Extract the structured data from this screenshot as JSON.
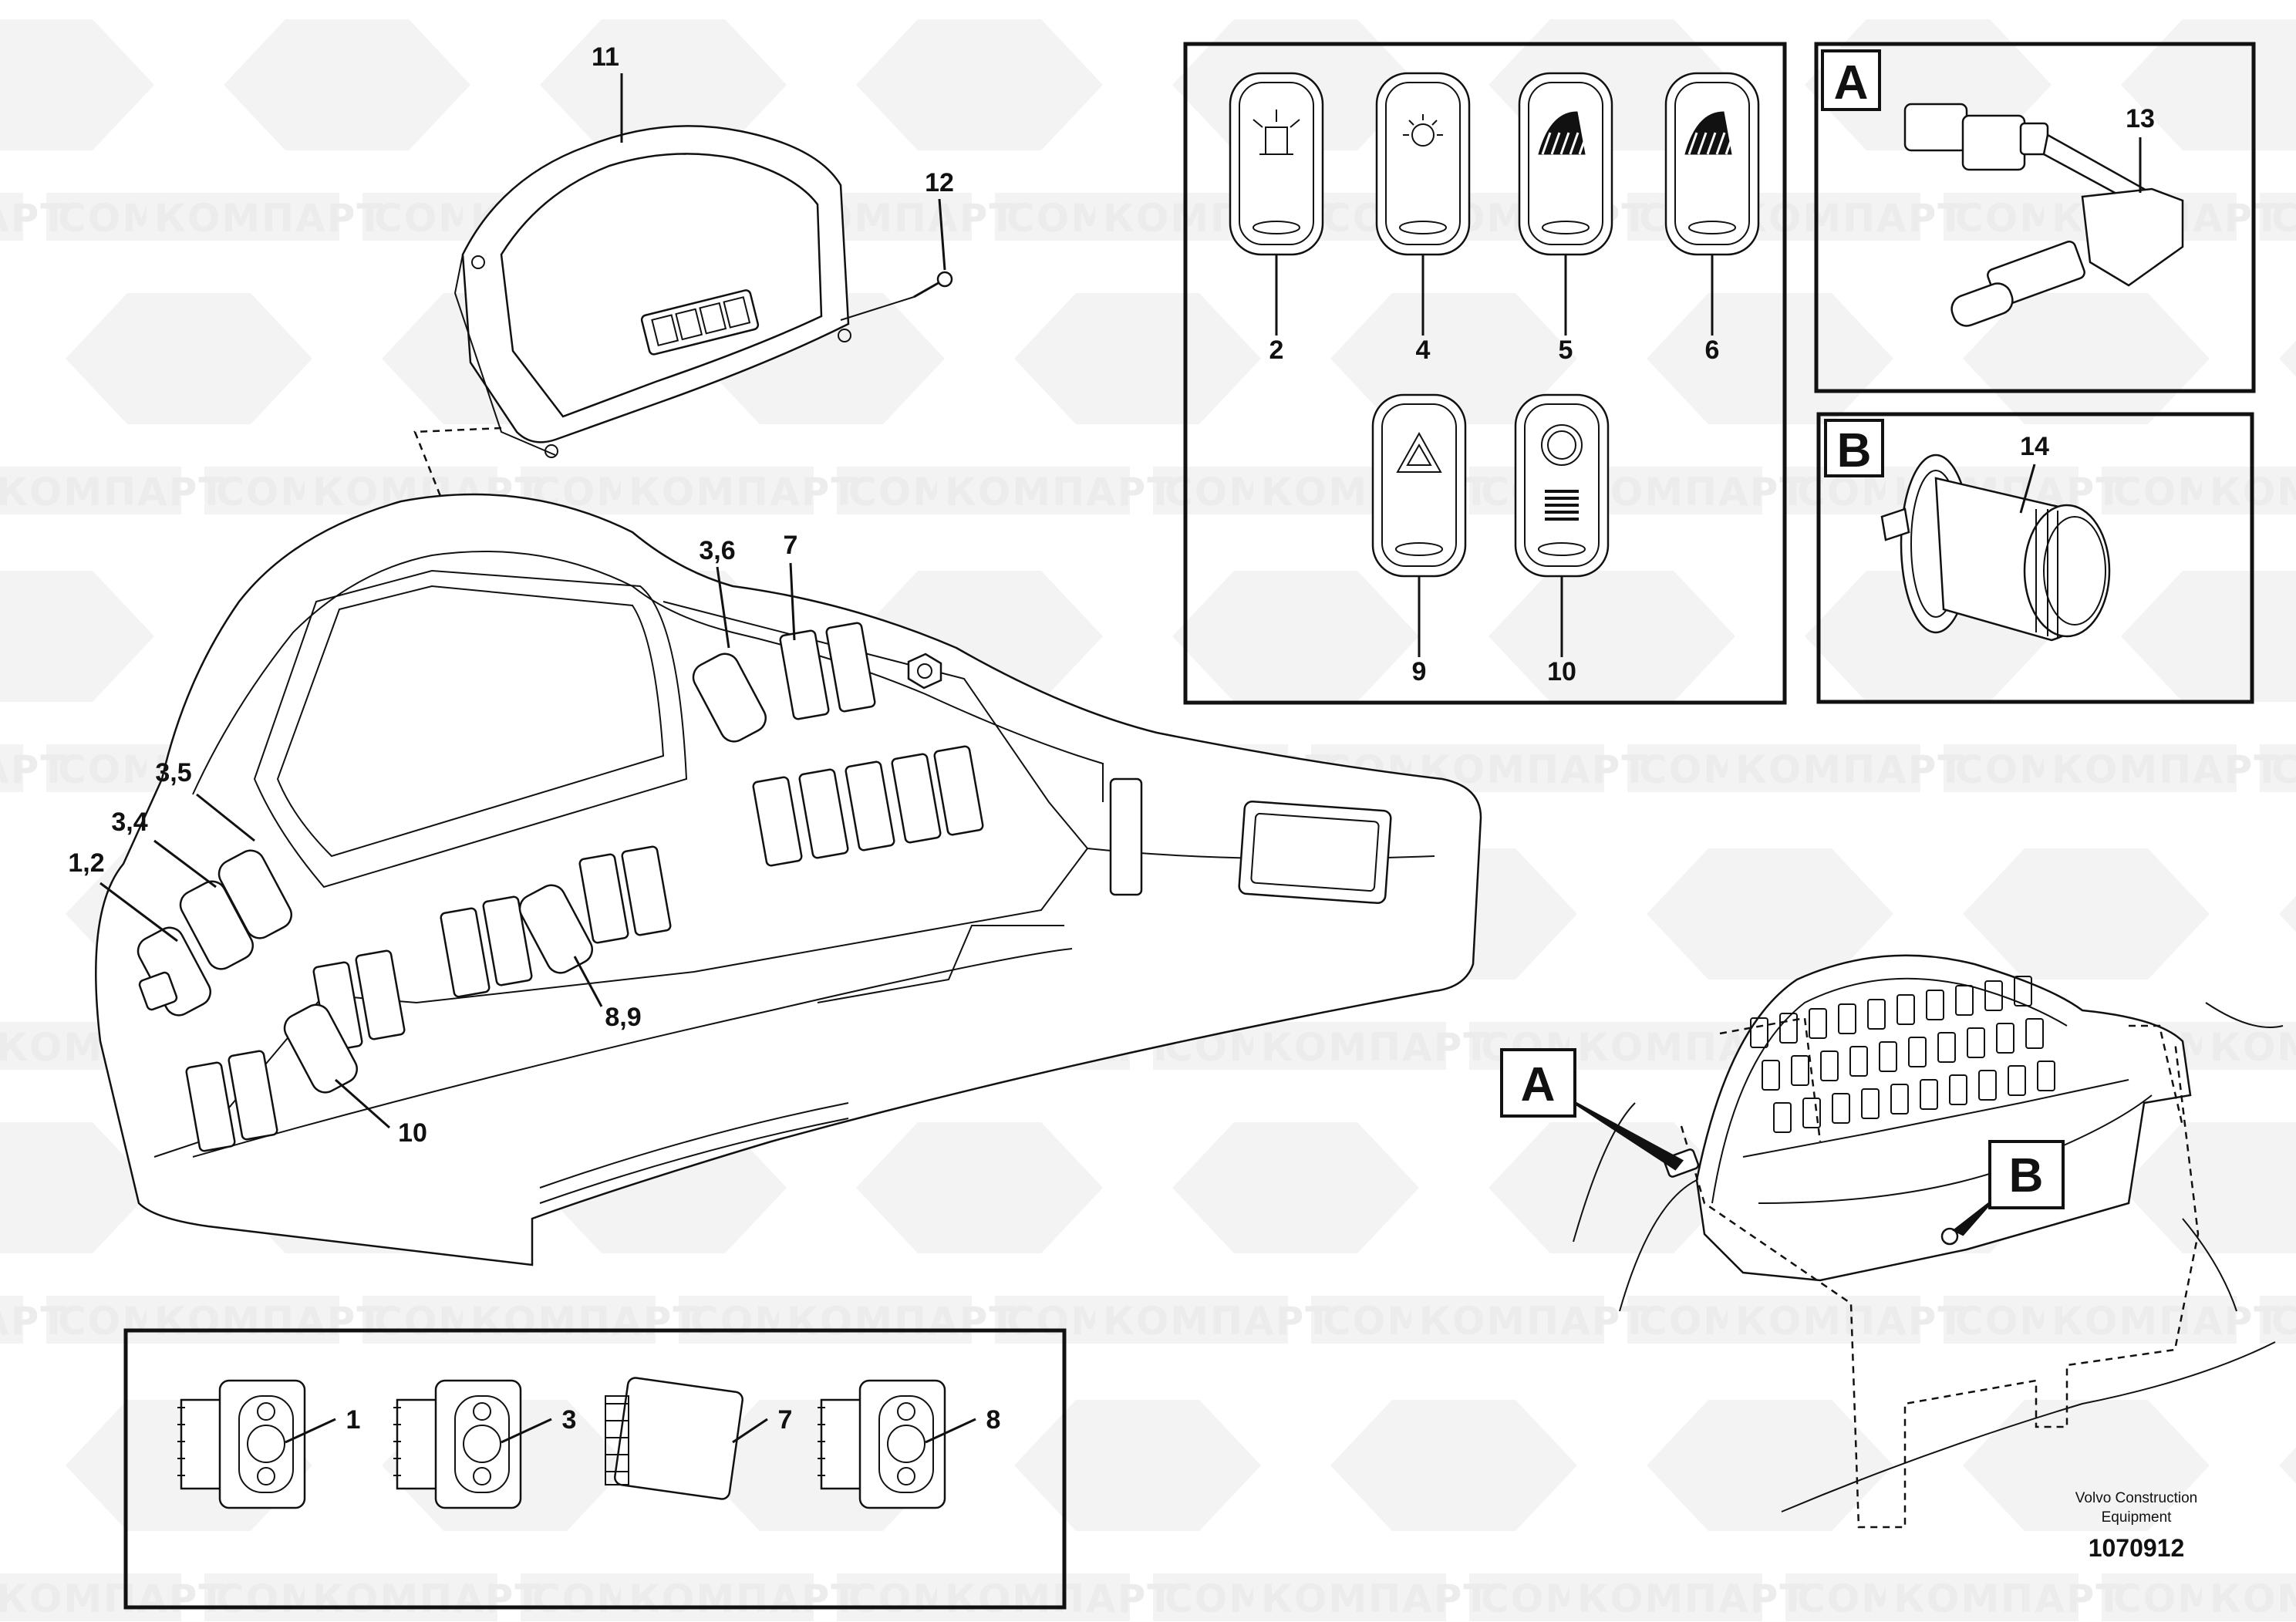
{
  "watermarks": {
    "latin": "COMPART",
    "cyrillic": "КОМПАРТ"
  },
  "callouts": {
    "c11": "11",
    "c12": "12",
    "c3_6": "3,6",
    "c7": "7",
    "c3_5": "3,5",
    "c3_4": "3,4",
    "c1_2": "1,2",
    "c8_9": "8,9",
    "c10": "10"
  },
  "switch_panel": {
    "labels": [
      "2",
      "4",
      "5",
      "6",
      "9",
      "10"
    ],
    "icons": [
      "beacon-icon",
      "work-light-icon",
      "front-flood-light-icon",
      "rear-flood-light-icon",
      "hazard-warning-icon",
      "parking-brake-icon"
    ]
  },
  "detail_a": {
    "letter": "A",
    "callout": "13"
  },
  "detail_b": {
    "letter": "B",
    "callout": "14"
  },
  "bottom_panel": {
    "callouts": [
      "1",
      "3",
      "7",
      "8"
    ]
  },
  "overview": {
    "marker_a": "A",
    "marker_b": "B"
  },
  "footer": {
    "company_line1": "Volvo Construction",
    "company_line2": "Equipment",
    "drawing_number": "1070912"
  }
}
